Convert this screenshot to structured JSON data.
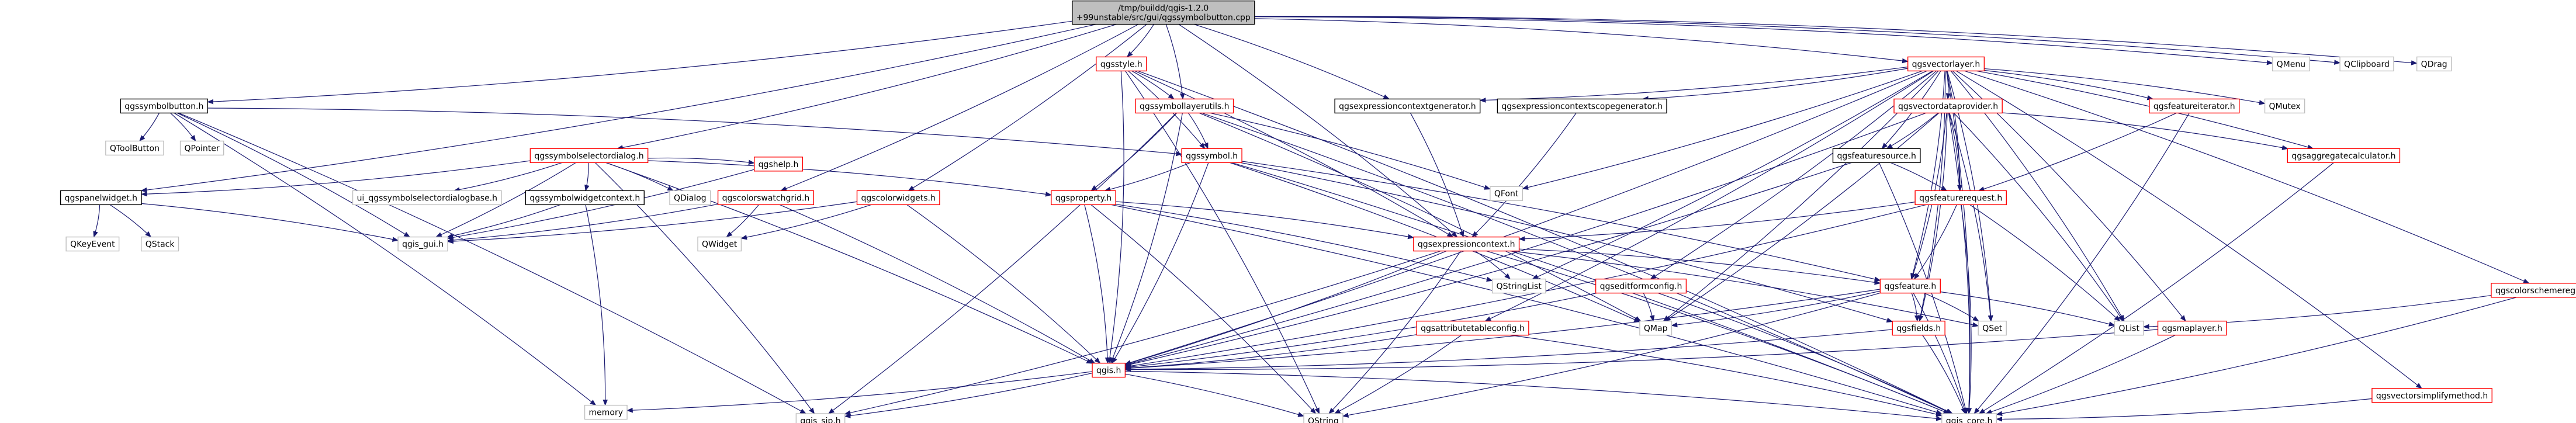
{
  "graph": {
    "nodes": [
      {
        "id": "root",
        "label": "/tmp/buildd/qgis-1.2.0\n+99unstable/src/gui/qgssymbolbutton.cpp",
        "style": "root"
      },
      {
        "id": "qgssymbolbutton",
        "label": "qgssymbolbutton.h",
        "style": "black"
      },
      {
        "id": "qgsstyle",
        "label": "qgsstyle.h",
        "style": "red"
      },
      {
        "id": "qgssymbollayerutils",
        "label": "qgssymbollayerutils.h",
        "style": "red"
      },
      {
        "id": "qgsexprctxgen",
        "label": "qgsexpressioncontextgenerator.h",
        "style": "black"
      },
      {
        "id": "qgsvectorlayer",
        "label": "qgsvectorlayer.h",
        "style": "red"
      },
      {
        "id": "qmenu",
        "label": "QMenu",
        "style": "gray"
      },
      {
        "id": "qclipboard",
        "label": "QClipboard",
        "style": "gray"
      },
      {
        "id": "qdrag",
        "label": "QDrag",
        "style": "gray"
      },
      {
        "id": "qtoolbutton",
        "label": "QToolButton",
        "style": "gray"
      },
      {
        "id": "qpointer",
        "label": "QPointer",
        "style": "gray"
      },
      {
        "id": "qgssymbolselectordialog",
        "label": "qgssymbolselectordialog.h",
        "style": "red"
      },
      {
        "id": "qgscolorswatchgrid",
        "label": "qgscolorswatchgrid.h",
        "style": "red"
      },
      {
        "id": "qgscolorwidgets",
        "label": "qgscolorwidgets.h",
        "style": "red"
      },
      {
        "id": "qgssymbol",
        "label": "qgssymbol.h",
        "style": "red"
      },
      {
        "id": "qfont",
        "label": "QFont",
        "style": "gray"
      },
      {
        "id": "qgsexprctxscopegen",
        "label": "qgsexpressioncontextscopegenerator.h",
        "style": "black"
      },
      {
        "id": "qgsvectordataprovider",
        "label": "qgsvectordataprovider.h",
        "style": "red"
      },
      {
        "id": "qmutex",
        "label": "QMutex",
        "style": "gray"
      },
      {
        "id": "qgsfeatureiterator",
        "label": "qgsfeatureiterator.h",
        "style": "red"
      },
      {
        "id": "qgsaggregatecalculator",
        "label": "qgsaggregatecalculator.h",
        "style": "red"
      },
      {
        "id": "qgscolorschemeregistry",
        "label": "qgscolorschemeregistry.h",
        "style": "red"
      },
      {
        "id": "qgspanelwidget",
        "label": "qgspanelwidget.h",
        "style": "black"
      },
      {
        "id": "ui_qgssymbolselectordialogbase",
        "label": "ui_qgssymbolselectordialogbase.h",
        "style": "gray"
      },
      {
        "id": "qgssymbolwidgetcontext",
        "label": "qgssymbolwidgetcontext.h",
        "style": "black"
      },
      {
        "id": "qdialog",
        "label": "QDialog",
        "style": "gray"
      },
      {
        "id": "qgshelp",
        "label": "qgshelp.h",
        "style": "red"
      },
      {
        "id": "qgsproperty",
        "label": "qgsproperty.h",
        "style": "red"
      },
      {
        "id": "qgsfeaturesource",
        "label": "qgsfeaturesource.h",
        "style": "black"
      },
      {
        "id": "qgsfeaturerequest",
        "label": "qgsfeaturerequest.h",
        "style": "red"
      },
      {
        "id": "qkeyevent",
        "label": "QKeyEvent",
        "style": "gray"
      },
      {
        "id": "qstack",
        "label": "QStack",
        "style": "gray"
      },
      {
        "id": "qgis_gui",
        "label": "qgis_gui.h",
        "style": "gray"
      },
      {
        "id": "qwidget",
        "label": "QWidget",
        "style": "gray"
      },
      {
        "id": "qgsexpressioncontext",
        "label": "qgsexpressioncontext.h",
        "style": "red"
      },
      {
        "id": "qstringlist",
        "label": "QStringList",
        "style": "gray"
      },
      {
        "id": "qgseditformconfig",
        "label": "qgseditformconfig.h",
        "style": "red"
      },
      {
        "id": "qgsattributetableconfig",
        "label": "qgsattributetableconfig.h",
        "style": "red"
      },
      {
        "id": "qgsfeature",
        "label": "qgsfeature.h",
        "style": "red"
      },
      {
        "id": "qmap",
        "label": "QMap",
        "style": "gray"
      },
      {
        "id": "qgsfields",
        "label": "qgsfields.h",
        "style": "red"
      },
      {
        "id": "qset",
        "label": "QSet",
        "style": "gray"
      },
      {
        "id": "qlist",
        "label": "QList",
        "style": "gray"
      },
      {
        "id": "qgsmaplayer",
        "label": "qgsmaplayer.h",
        "style": "red"
      },
      {
        "id": "qgsvectorsimplifymethod",
        "label": "qgsvectorsimplifymethod.h",
        "style": "red"
      },
      {
        "id": "qgis",
        "label": "qgis.h",
        "style": "red"
      },
      {
        "id": "memory",
        "label": "memory",
        "style": "gray"
      },
      {
        "id": "qgis_sip",
        "label": "qgis_sip.h",
        "style": "gray"
      },
      {
        "id": "qstring",
        "label": "QString",
        "style": "gray"
      },
      {
        "id": "qgis_core",
        "label": "qgis_core.h",
        "style": "gray"
      }
    ],
    "edges": [
      [
        "root",
        "qgssymbolbutton"
      ],
      [
        "root",
        "qgsstyle"
      ],
      [
        "root",
        "qgssymbollayerutils"
      ],
      [
        "root",
        "qgsexprctxgen"
      ],
      [
        "root",
        "qgsvectorlayer"
      ],
      [
        "root",
        "qmenu"
      ],
      [
        "root",
        "qclipboard"
      ],
      [
        "root",
        "qdrag"
      ],
      [
        "root",
        "qgssymbolselectordialog"
      ],
      [
        "root",
        "qgscolorswatchgrid"
      ],
      [
        "root",
        "qgscolorwidgets"
      ],
      [
        "root",
        "qgspanelwidget"
      ],
      [
        "root",
        "qgsexpressioncontext"
      ],
      [
        "qgssymbolbutton",
        "qtoolbutton"
      ],
      [
        "qgssymbolbutton",
        "qpointer"
      ],
      [
        "qgssymbolbutton",
        "qgis_gui"
      ],
      [
        "qgssymbolbutton",
        "qgis_sip"
      ],
      [
        "qgssymbolbutton",
        "memory"
      ],
      [
        "qgssymbolbutton",
        "qgssymbol"
      ],
      [
        "qgsstyle",
        "qgssymbollayerutils"
      ],
      [
        "qgsstyle",
        "qgssymbol"
      ],
      [
        "qgsstyle",
        "qgis"
      ],
      [
        "qgsstyle",
        "qgis_core"
      ],
      [
        "qgsstyle",
        "qstring"
      ],
      [
        "qgsstyle",
        "qgsexpressioncontext"
      ],
      [
        "qgssymbollayerutils",
        "qgssymbol"
      ],
      [
        "qgssymbollayerutils",
        "qfont"
      ],
      [
        "qgssymbollayerutils",
        "qgsproperty"
      ],
      [
        "qgssymbollayerutils",
        "qgis"
      ],
      [
        "qgssymbollayerutils",
        "qgis_core"
      ],
      [
        "qgssymbollayerutils",
        "qgis_sip"
      ],
      [
        "qgssymbollayerutils",
        "qmap"
      ],
      [
        "qgsexprctxgen",
        "qgsexpressioncontext"
      ],
      [
        "qgsvectorlayer",
        "qgsvectordataprovider"
      ],
      [
        "qgsvectorlayer",
        "qgsfeatureiterator"
      ],
      [
        "qgsvectorlayer",
        "qgsaggregatecalculator"
      ],
      [
        "qgsvectorlayer",
        "qmutex"
      ],
      [
        "qgsvectorlayer",
        "qgsexprctxscopegen"
      ],
      [
        "qgsvectorlayer",
        "qgsexprctxgen"
      ],
      [
        "qgsvectorlayer",
        "qfont"
      ],
      [
        "qgsvectorlayer",
        "qgscolorschemeregistry"
      ],
      [
        "qgsvectorlayer",
        "qgsfeaturesource"
      ],
      [
        "qgsvectorlayer",
        "qgsfeaturerequest"
      ],
      [
        "qgsvectorlayer",
        "qgsfeature"
      ],
      [
        "qgsvectorlayer",
        "qgsfields"
      ],
      [
        "qgsvectorlayer",
        "qgseditformconfig"
      ],
      [
        "qgsvectorlayer",
        "qgsattributetableconfig"
      ],
      [
        "qgsvectorlayer",
        "qgsmaplayer"
      ],
      [
        "qgsvectorlayer",
        "qgsvectorsimplifymethod"
      ],
      [
        "qgsvectorlayer",
        "qset"
      ],
      [
        "qgsvectorlayer",
        "qlist"
      ],
      [
        "qgsvectorlayer",
        "qmap"
      ],
      [
        "qgsvectorlayer",
        "qstringlist"
      ],
      [
        "qgsvectorlayer",
        "qgis"
      ],
      [
        "qgsvectorlayer",
        "qgis_core"
      ],
      [
        "qgssymbolselectordialog",
        "qgspanelwidget"
      ],
      [
        "qgssymbolselectordialog",
        "ui_qgssymbolselectordialogbase"
      ],
      [
        "qgssymbolselectordialog",
        "qgssymbolwidgetcontext"
      ],
      [
        "qgssymbolselectordialog",
        "qdialog"
      ],
      [
        "qgssymbolselectordialog",
        "qgshelp"
      ],
      [
        "qgssymbolselectordialog",
        "qgsproperty"
      ],
      [
        "qgssymbolselectordialog",
        "qgis_gui"
      ],
      [
        "qgssymbolselectordialog",
        "qgis_sip"
      ],
      [
        "qgssymbolselectordialog",
        "qgis"
      ],
      [
        "qgscolorswatchgrid",
        "qwidget"
      ],
      [
        "qgscolorswatchgrid",
        "qgis_gui"
      ],
      [
        "qgscolorswatchgrid",
        "qgis"
      ],
      [
        "qgscolorwidgets",
        "qwidget"
      ],
      [
        "qgscolorwidgets",
        "qgis_gui"
      ],
      [
        "qgscolorwidgets",
        "qgis"
      ],
      [
        "qgssymbol",
        "qgsproperty"
      ],
      [
        "qgssymbol",
        "qgis"
      ],
      [
        "qgssymbol",
        "qgis_core"
      ],
      [
        "qgssymbol",
        "qmap"
      ],
      [
        "qgssymbol",
        "qgsfeature"
      ],
      [
        "qgssymbol",
        "qgsfields"
      ],
      [
        "qgsexprctxscopegen",
        "qgsexpressioncontext"
      ],
      [
        "qgsvectordataprovider",
        "qgsfeaturesource"
      ],
      [
        "qgsvectordataprovider",
        "qgsaggregatecalculator"
      ],
      [
        "qgsvectordataprovider",
        "qgsfeaturerequest"
      ],
      [
        "qgsvectordataprovider",
        "qgsfeature"
      ],
      [
        "qgsvectordataprovider",
        "qgsfields"
      ],
      [
        "qgsvectordataprovider",
        "qset"
      ],
      [
        "qgsvectordataprovider",
        "qlist"
      ],
      [
        "qgsvectordataprovider",
        "qmap"
      ],
      [
        "qgsvectordataprovider",
        "qgis_core"
      ],
      [
        "qgsvectordataprovider",
        "qgis"
      ],
      [
        "qgsfeatureiterator",
        "qgsfeaturerequest"
      ],
      [
        "qgsfeatureiterator",
        "qgis_core"
      ],
      [
        "qgsaggregatecalculator",
        "qgis_core"
      ],
      [
        "qgscolorschemeregistry",
        "qlist"
      ],
      [
        "qgscolorschemeregistry",
        "qgis_core"
      ],
      [
        "qgspanelwidget",
        "qkeyevent"
      ],
      [
        "qgspanelwidget",
        "qstack"
      ],
      [
        "qgspanelwidget",
        "qgis_gui"
      ],
      [
        "qgssymbolwidgetcontext",
        "qgis_gui"
      ],
      [
        "qgssymbolwidgetcontext",
        "memory"
      ],
      [
        "qgshelp",
        "qgis_gui"
      ],
      [
        "qgsproperty",
        "qgsexpressioncontext"
      ],
      [
        "qgsproperty",
        "qgis"
      ],
      [
        "qgsproperty",
        "qgis_core"
      ],
      [
        "qgsproperty",
        "qstring"
      ],
      [
        "qgsproperty",
        "qstringlist"
      ],
      [
        "qgsfeaturesource",
        "qgsfeaturerequest"
      ],
      [
        "qgsfeaturesource",
        "qgis_core"
      ],
      [
        "qgsfeaturesource",
        "qgis"
      ],
      [
        "qgsfeaturerequest",
        "qgsexpressioncontext"
      ],
      [
        "qgsfeaturerequest",
        "qgsfeature"
      ],
      [
        "qgsfeaturerequest",
        "qgis_core"
      ],
      [
        "qgsfeaturerequest",
        "qlist"
      ],
      [
        "qgsfeaturerequest",
        "qgis"
      ],
      [
        "qgsexpressioncontext",
        "qgsfeature"
      ],
      [
        "qgsexpressioncontext",
        "qstringlist"
      ],
      [
        "qgsexpressioncontext",
        "qset"
      ],
      [
        "qgsexpressioncontext",
        "qgis"
      ],
      [
        "qgsexpressioncontext",
        "qgis_core"
      ],
      [
        "qgsexpressioncontext",
        "qgis_sip"
      ],
      [
        "qgsexpressioncontext",
        "qstring"
      ],
      [
        "qgseditformconfig",
        "qmap"
      ],
      [
        "qgseditformconfig",
        "qgis"
      ],
      [
        "qgseditformconfig",
        "qgis_core"
      ],
      [
        "qgsattributetableconfig",
        "qgis"
      ],
      [
        "qgsattributetableconfig",
        "qgis_core"
      ],
      [
        "qgsattributetableconfig",
        "qstring"
      ],
      [
        "qgsfeature",
        "qmap"
      ],
      [
        "qgsfeature",
        "qgsfields"
      ],
      [
        "qgsfeature",
        "qset"
      ],
      [
        "qgsfeature",
        "qlist"
      ],
      [
        "qgsfeature",
        "qgis"
      ],
      [
        "qgsfeature",
        "qgis_core"
      ],
      [
        "qgsfeature",
        "qstring"
      ],
      [
        "qgsfields",
        "qgis"
      ],
      [
        "qgsfields",
        "qgis_core"
      ],
      [
        "qgsmaplayer",
        "qgis"
      ],
      [
        "qgsmaplayer",
        "qgis_core"
      ],
      [
        "qgsvectorsimplifymethod",
        "qgis_core"
      ],
      [
        "qgis",
        "memory"
      ],
      [
        "qgis",
        "qgis_sip"
      ],
      [
        "qgis",
        "qstring"
      ],
      [
        "qgis",
        "qgis_core"
      ]
    ]
  }
}
